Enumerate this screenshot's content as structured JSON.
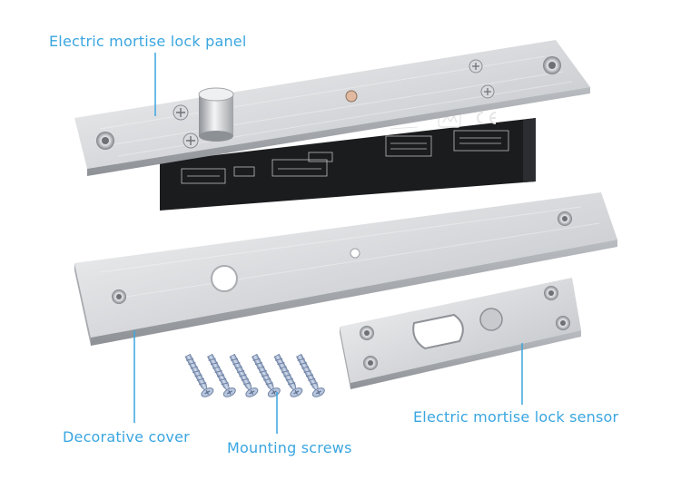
{
  "labels": {
    "panel": "Electric mortise lock panel",
    "cover": "Decorative cover",
    "screws": "Mounting screws",
    "sensor": "Electric mortise lock sensor"
  },
  "colors": {
    "callout_text": "#3aa6e0",
    "callout_line": "#3aa6e0",
    "steel_light": "#e6e7e9",
    "steel_mid": "#c9cbce",
    "steel_dark": "#9a9da1",
    "body_black": "#1b1c1e",
    "screw_blue": "#9fb3cf"
  },
  "product": {
    "screw_count": 6
  }
}
